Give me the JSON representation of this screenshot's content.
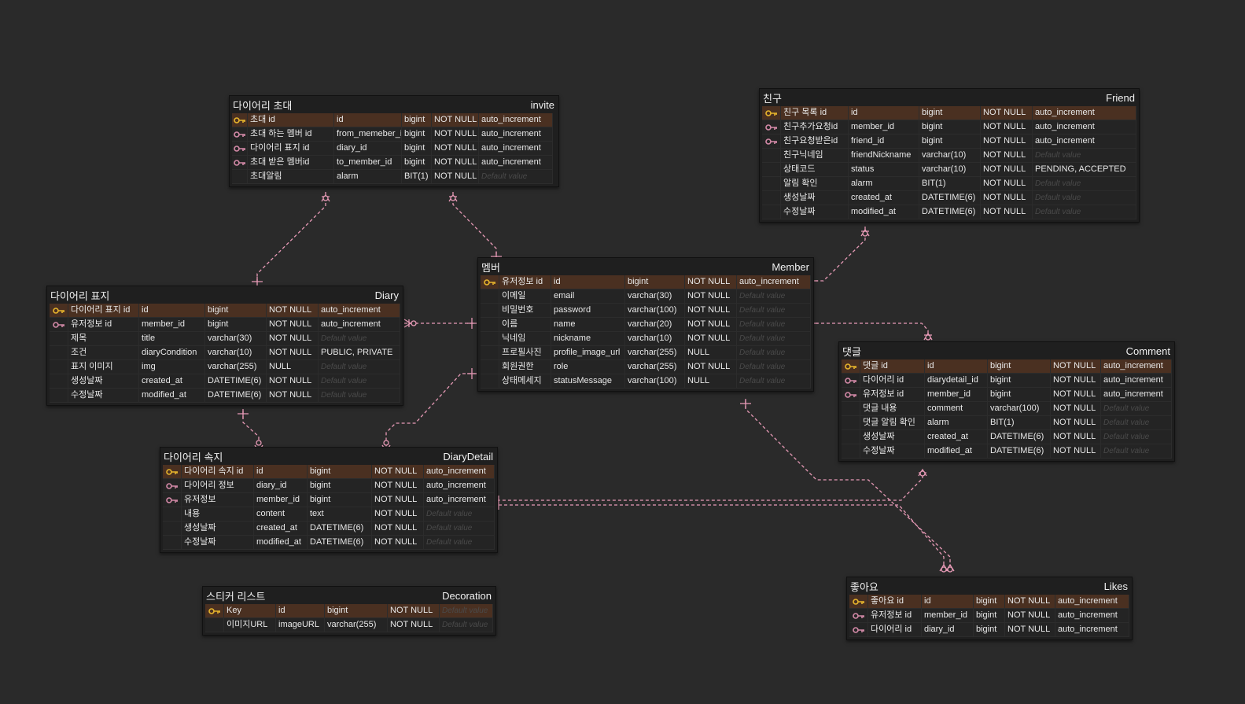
{
  "colors": {
    "background": "#2a2a2a",
    "line": "#e79ab6",
    "pk_row": "#4a3021",
    "pk_key": "#e8b52c",
    "fk_key": "#d48aa8"
  },
  "tables": [
    {
      "name_kr": "다이어리 초대",
      "name_en": "invite",
      "rows": [
        {
          "key": "pk",
          "kr": "초대 id",
          "col": "id",
          "type": "bigint",
          "null": "NOT NULL",
          "extra": "auto_increment"
        },
        {
          "key": "fk",
          "kr": "초대 하는 멤버 id",
          "col": "from_memeber_id",
          "type": "bigint",
          "null": "NOT NULL",
          "extra": "auto_increment"
        },
        {
          "key": "fk",
          "kr": "다이어리 표지 id",
          "col": "diary_id",
          "type": "bigint",
          "null": "NOT NULL",
          "extra": "auto_increment"
        },
        {
          "key": "fk",
          "kr": "초대 받은 멤버id",
          "col": "to_member_id",
          "type": "bigint",
          "null": "NOT NULL",
          "extra": "auto_increment"
        },
        {
          "key": "",
          "kr": "초대알림",
          "col": "alarm",
          "type": "BIT(1)",
          "null": "NOT NULL",
          "extra": "Default value"
        }
      ]
    },
    {
      "name_kr": "친구",
      "name_en": "Friend",
      "rows": [
        {
          "key": "pk",
          "kr": "친구 목록 id",
          "col": "id",
          "type": "bigint",
          "null": "NOT NULL",
          "extra": "auto_increment"
        },
        {
          "key": "fk",
          "kr": "친구추가요청id",
          "col": "member_id",
          "type": "bigint",
          "null": "NOT NULL",
          "extra": "auto_increment"
        },
        {
          "key": "fk",
          "kr": "친구요청받은id",
          "col": "friend_id",
          "type": "bigint",
          "null": "NOT NULL",
          "extra": "auto_increment"
        },
        {
          "key": "",
          "kr": "친구닉네임",
          "col": "friendNickname",
          "type": "varchar(10)",
          "null": "NOT NULL",
          "extra": "Default value"
        },
        {
          "key": "",
          "kr": "상태코드",
          "col": "status",
          "type": "varchar(10)",
          "null": "NOT NULL",
          "extra": "PENDING, ACCEPTED"
        },
        {
          "key": "",
          "kr": "알림 확인",
          "col": "alarm",
          "type": "BIT(1)",
          "null": "NOT NULL",
          "extra": "Default value"
        },
        {
          "key": "",
          "kr": "생성날짜",
          "col": "created_at",
          "type": "DATETIME(6)",
          "null": "NOT NULL",
          "extra": "Default value"
        },
        {
          "key": "",
          "kr": "수정날짜",
          "col": "modified_at",
          "type": "DATETIME(6)",
          "null": "NOT NULL",
          "extra": "Default value"
        }
      ]
    },
    {
      "name_kr": "멤버",
      "name_en": "Member",
      "rows": [
        {
          "key": "pk",
          "kr": "유저정보 id",
          "col": "id",
          "type": "bigint",
          "null": "NOT NULL",
          "extra": "auto_increment"
        },
        {
          "key": "",
          "kr": "이메일",
          "col": "email",
          "type": "varchar(30)",
          "null": "NOT NULL",
          "extra": "Default value"
        },
        {
          "key": "",
          "kr": "비밀번호",
          "col": "password",
          "type": "varchar(100)",
          "null": "NOT NULL",
          "extra": "Default value"
        },
        {
          "key": "",
          "kr": "이름",
          "col": "name",
          "type": "varchar(20)",
          "null": "NOT NULL",
          "extra": "Default value"
        },
        {
          "key": "",
          "kr": "닉네임",
          "col": "nickname",
          "type": "varchar(10)",
          "null": "NOT NULL",
          "extra": "Default value"
        },
        {
          "key": "",
          "kr": "프로필사진",
          "col": "profile_image_url",
          "type": "varchar(255)",
          "null": "NULL",
          "extra": "Default value"
        },
        {
          "key": "",
          "kr": "회원권한",
          "col": "role",
          "type": "varchar(255)",
          "null": "NOT NULL",
          "extra": "Default value"
        },
        {
          "key": "",
          "kr": "상태메세지",
          "col": "statusMessage",
          "type": "varchar(100)",
          "null": "NULL",
          "extra": "Default value"
        }
      ]
    },
    {
      "name_kr": "다이어리 표지",
      "name_en": "Diary",
      "rows": [
        {
          "key": "pk",
          "kr": "다이어리 표지 id",
          "col": "id",
          "type": "bigint",
          "null": "NOT NULL",
          "extra": "auto_increment"
        },
        {
          "key": "fk",
          "kr": "유저정보 id",
          "col": "member_id",
          "type": "bigint",
          "null": "NOT NULL",
          "extra": "auto_increment"
        },
        {
          "key": "",
          "kr": "제목",
          "col": "title",
          "type": "varchar(30)",
          "null": "NOT NULL",
          "extra": "Default value"
        },
        {
          "key": "",
          "kr": "조건",
          "col": "diaryCondition",
          "type": "varchar(10)",
          "null": "NOT NULL",
          "extra": "PUBLIC, PRIVATE"
        },
        {
          "key": "",
          "kr": "표지 이미지",
          "col": "img",
          "type": "varchar(255)",
          "null": "NULL",
          "extra": "Default value"
        },
        {
          "key": "",
          "kr": "생성날짜",
          "col": "created_at",
          "type": "DATETIME(6)",
          "null": "NOT NULL",
          "extra": "Default value"
        },
        {
          "key": "",
          "kr": "수정날짜",
          "col": "modified_at",
          "type": "DATETIME(6)",
          "null": "NOT NULL",
          "extra": "Default value"
        }
      ]
    },
    {
      "name_kr": "댓글",
      "name_en": "Comment",
      "rows": [
        {
          "key": "pk",
          "kr": "댓글 id",
          "col": "id",
          "type": "bigint",
          "null": "NOT NULL",
          "extra": "auto_increment"
        },
        {
          "key": "fk",
          "kr": "다이어리 id",
          "col": "diarydetail_id",
          "type": "bigint",
          "null": "NOT NULL",
          "extra": "auto_increment"
        },
        {
          "key": "fk",
          "kr": "유저정보 id",
          "col": "member_id",
          "type": "bigint",
          "null": "NOT NULL",
          "extra": "auto_increment"
        },
        {
          "key": "",
          "kr": "댓글 내용",
          "col": "comment",
          "type": "varchar(100)",
          "null": "NOT NULL",
          "extra": "Default value"
        },
        {
          "key": "",
          "kr": "댓글 알림 확인",
          "col": "alarm",
          "type": "BIT(1)",
          "null": "NOT NULL",
          "extra": "Default value"
        },
        {
          "key": "",
          "kr": "생성날짜",
          "col": "created_at",
          "type": "DATETIME(6)",
          "null": "NOT NULL",
          "extra": "Default value"
        },
        {
          "key": "",
          "kr": "수정날짜",
          "col": "modified_at",
          "type": "DATETIME(6)",
          "null": "NOT NULL",
          "extra": "Default value"
        }
      ]
    },
    {
      "name_kr": "다이어리 속지",
      "name_en": "DiaryDetail",
      "rows": [
        {
          "key": "pk",
          "kr": "다이어리 속지 id",
          "col": "id",
          "type": "bigint",
          "null": "NOT NULL",
          "extra": "auto_increment"
        },
        {
          "key": "fk",
          "kr": "다이어리 정보",
          "col": "diary_id",
          "type": "bigint",
          "null": "NOT NULL",
          "extra": "auto_increment"
        },
        {
          "key": "fk",
          "kr": "유저정보",
          "col": "member_id",
          "type": "bigint",
          "null": "NOT NULL",
          "extra": "auto_increment"
        },
        {
          "key": "",
          "kr": "내용",
          "col": "content",
          "type": "text",
          "null": "NOT NULL",
          "extra": "Default value"
        },
        {
          "key": "",
          "kr": "생성날짜",
          "col": "created_at",
          "type": "DATETIME(6)",
          "null": "NOT NULL",
          "extra": "Default value"
        },
        {
          "key": "",
          "kr": "수정날짜",
          "col": "modified_at",
          "type": "DATETIME(6)",
          "null": "NOT NULL",
          "extra": "Default value"
        }
      ]
    },
    {
      "name_kr": "스티커 리스트",
      "name_en": "Decoration",
      "rows": [
        {
          "key": "pk",
          "kr": "Key",
          "col": "id",
          "type": "bigint",
          "null": "NOT NULL",
          "extra": "Default value"
        },
        {
          "key": "",
          "kr": "이미지URL",
          "col": "imageURL",
          "type": "varchar(255)",
          "null": "NOT NULL",
          "extra": "Default value"
        }
      ]
    },
    {
      "name_kr": "좋아요",
      "name_en": "Likes",
      "rows": [
        {
          "key": "pk",
          "kr": "좋아요 id",
          "col": "id",
          "type": "bigint",
          "null": "NOT NULL",
          "extra": "auto_increment"
        },
        {
          "key": "fk",
          "kr": "유저정보 id",
          "col": "member_id",
          "type": "bigint",
          "null": "NOT NULL",
          "extra": "auto_increment"
        },
        {
          "key": "fk",
          "kr": "다이어리 id",
          "col": "diary_id",
          "type": "bigint",
          "null": "NOT NULL",
          "extra": "auto_increment"
        }
      ]
    }
  ]
}
